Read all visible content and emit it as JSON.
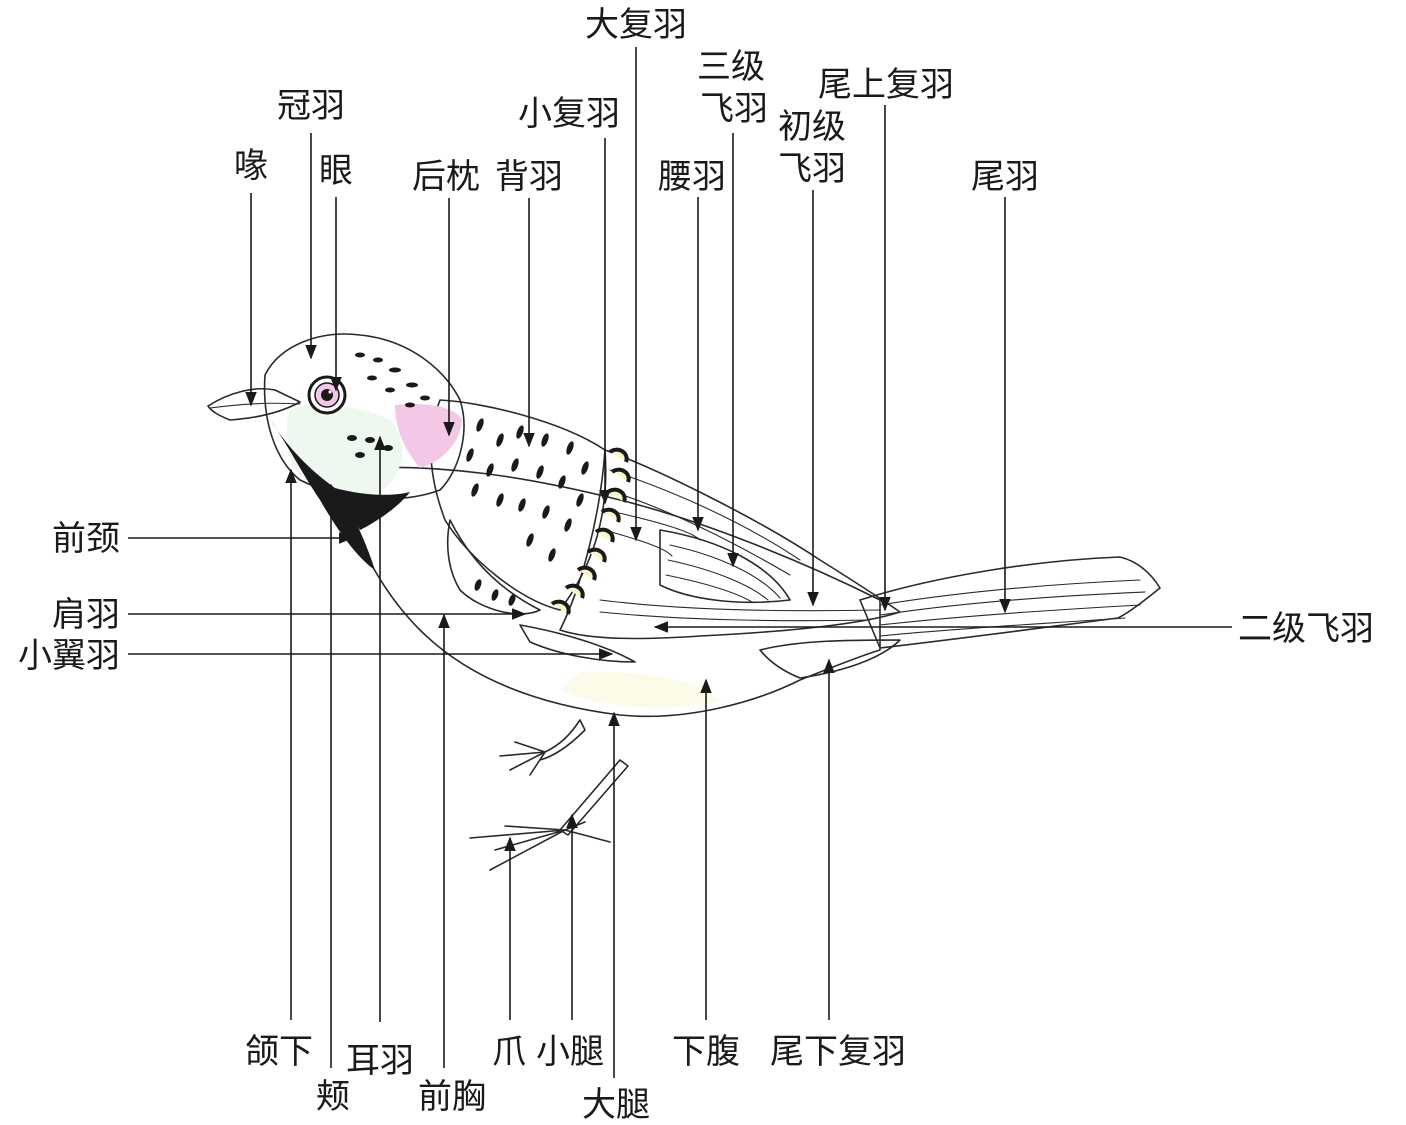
{
  "colors": {
    "crown": "#f7f2bd",
    "body_yellow": "#fbf6c6",
    "belly": "#fcfbe4",
    "pink": "#f0c3e6",
    "green_white": "#e6f6ec",
    "dark": "#1a1a1a"
  },
  "labels": {
    "beak": "喙",
    "crown": "冠羽",
    "eye": "眼",
    "nape": "后枕",
    "back": "背羽",
    "lesser_coverts": "小复羽",
    "greater_coverts": "大复羽",
    "tertials_line1": "三级",
    "tertials_line2": "飞羽",
    "rump": "腰羽",
    "primaries_line1": "初级",
    "primaries_line2": "飞羽",
    "uppertail_coverts": "尾上复羽",
    "tail": "尾羽",
    "foreneck": "前颈",
    "scapulars": "肩羽",
    "alula": "小翼羽",
    "secondaries": "二级飞羽",
    "chin": "颌下",
    "cheek": "颊",
    "ear": "耳羽",
    "breast": "前胸",
    "claw": "爪",
    "shank": "小腿",
    "thigh": "大腿",
    "belly": "下腹",
    "undertail_coverts": "尾下复羽"
  }
}
